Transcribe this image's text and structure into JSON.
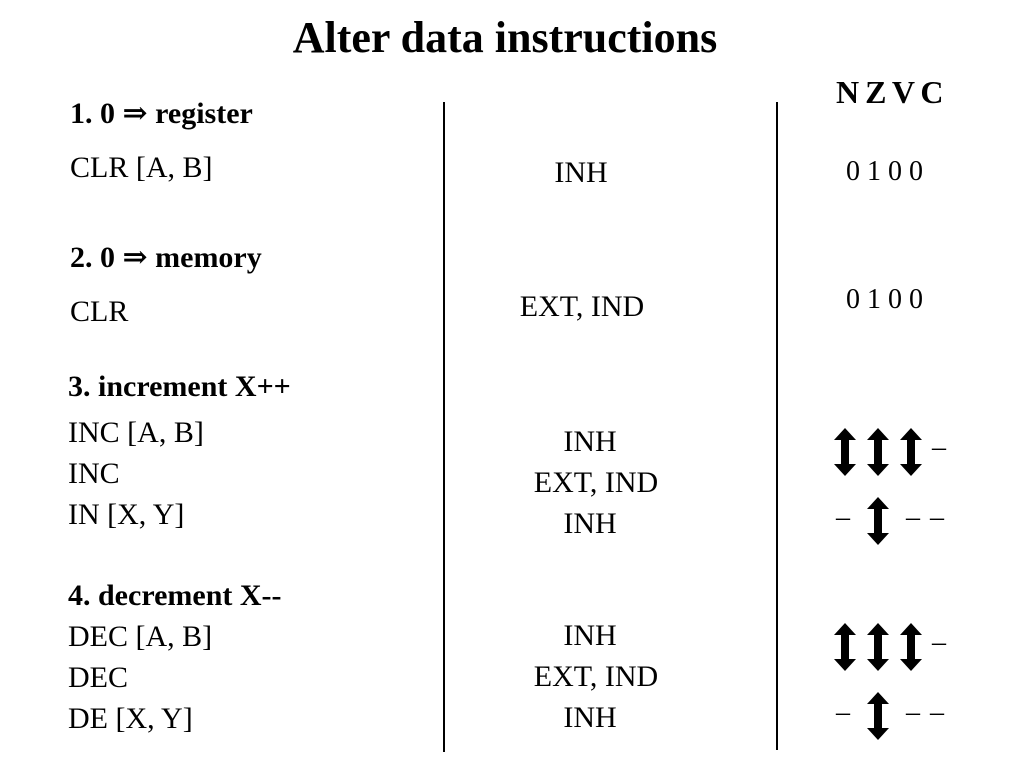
{
  "title": "Alter data instructions",
  "flags_header": "N Z V C",
  "sections": [
    {
      "heading": "1.  0  ⇒ register",
      "instructions": [
        "CLR [A, B]"
      ],
      "modes": [
        "INH"
      ],
      "flags": [
        "0 1  0 0"
      ]
    },
    {
      "heading": "2. 0  ⇒  memory",
      "instructions": [
        "CLR"
      ],
      "modes": [
        "EXT, IND"
      ],
      "flags": [
        "0 1  0 0"
      ]
    },
    {
      "heading": "3. increment   X++",
      "instructions": [
        "INC [A, B]",
        "INC",
        "IN [X, Y]"
      ],
      "modes": [
        "INH",
        "EXT, IND",
        "INH"
      ],
      "flags": [
        "↕ ↕ ↕ –",
        "– ↕ – –"
      ]
    },
    {
      "heading": "4. decrement  X--",
      "instructions": [
        "DEC [A, B]",
        "DEC",
        "DE [X, Y]"
      ],
      "modes": [
        "INH",
        "EXT, IND",
        "INH"
      ],
      "flags": [
        "↕ ↕ ↕ –",
        "– ↕ – –"
      ]
    }
  ],
  "symbols": {
    "changes": "↕",
    "unaffected": "–"
  }
}
